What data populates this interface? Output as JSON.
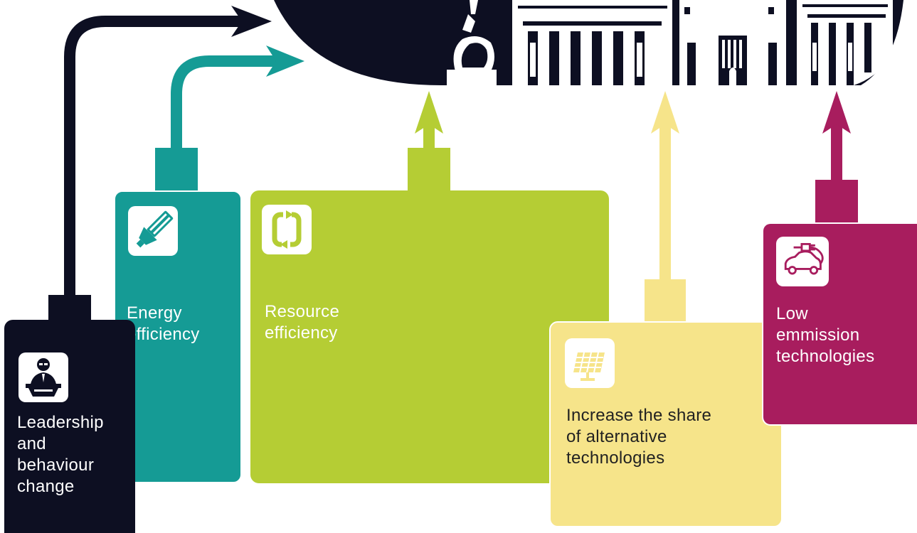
{
  "colors": {
    "leadership": "#0d0f22",
    "energy": "#159b95",
    "resource": "#b5cd34",
    "alternative": "#f6e48a",
    "low_emission": "#a81d5e",
    "city": "#0d0f22",
    "background": "#ffffff"
  },
  "boxes": [
    {
      "id": "leadership",
      "label": "Leadership\nand\nbehaviour\nchange",
      "icon": "speaker-at-podium-icon",
      "text_color": "#ffffff"
    },
    {
      "id": "energy",
      "label": "Energy\nefficiency",
      "icon": "light-bulb-icon",
      "text_color": "#ffffff"
    },
    {
      "id": "resource",
      "label": "Resource\nefficiency",
      "icon": "recycle-arrows-icon",
      "text_color": "#ffffff"
    },
    {
      "id": "alternative",
      "label": "Increase the share\nof alternative\ntechnologies",
      "icon": "solar-panel-icon",
      "text_color": "#222222"
    },
    {
      "id": "low_emission",
      "label": "Low\nemmission\ntechnologies",
      "icon": "electric-car-plug-icon",
      "text_color": "#ffffff"
    }
  ],
  "city": {
    "icon": "city-skyline-icon"
  }
}
